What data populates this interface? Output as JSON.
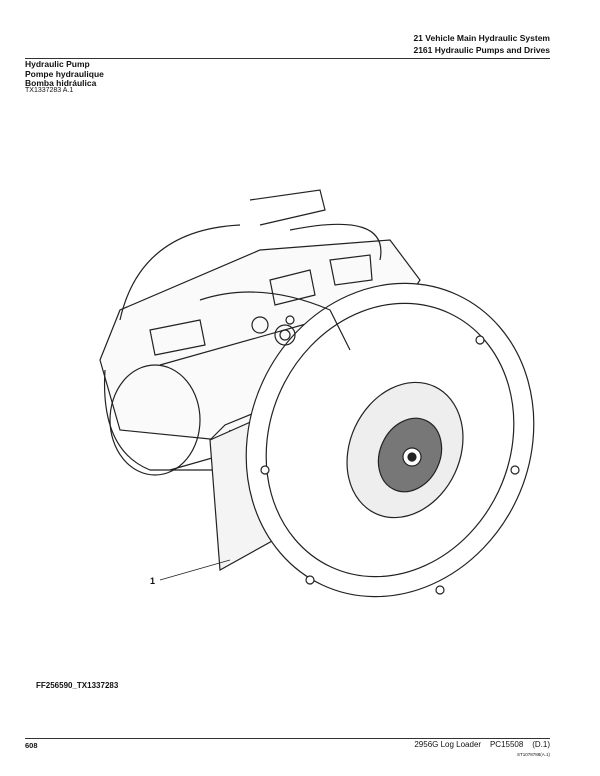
{
  "header": {
    "section": "21 Vehicle Main Hydraulic System",
    "group": "2161 Hydraulic Pumps and Drives"
  },
  "title": {
    "en": "Hydraulic Pump",
    "fr": "Pompe hydraulique",
    "es": "Bomba hidráulica"
  },
  "reference": "TX1337283 A.1",
  "figure": {
    "callout": "1",
    "id": "FF256590_TX1337283"
  },
  "footer": {
    "page": "608",
    "model": "2956G Log Loader",
    "catalog": "PC15508",
    "revision": "(D.1)",
    "code": "ST1078788(A.1)"
  }
}
